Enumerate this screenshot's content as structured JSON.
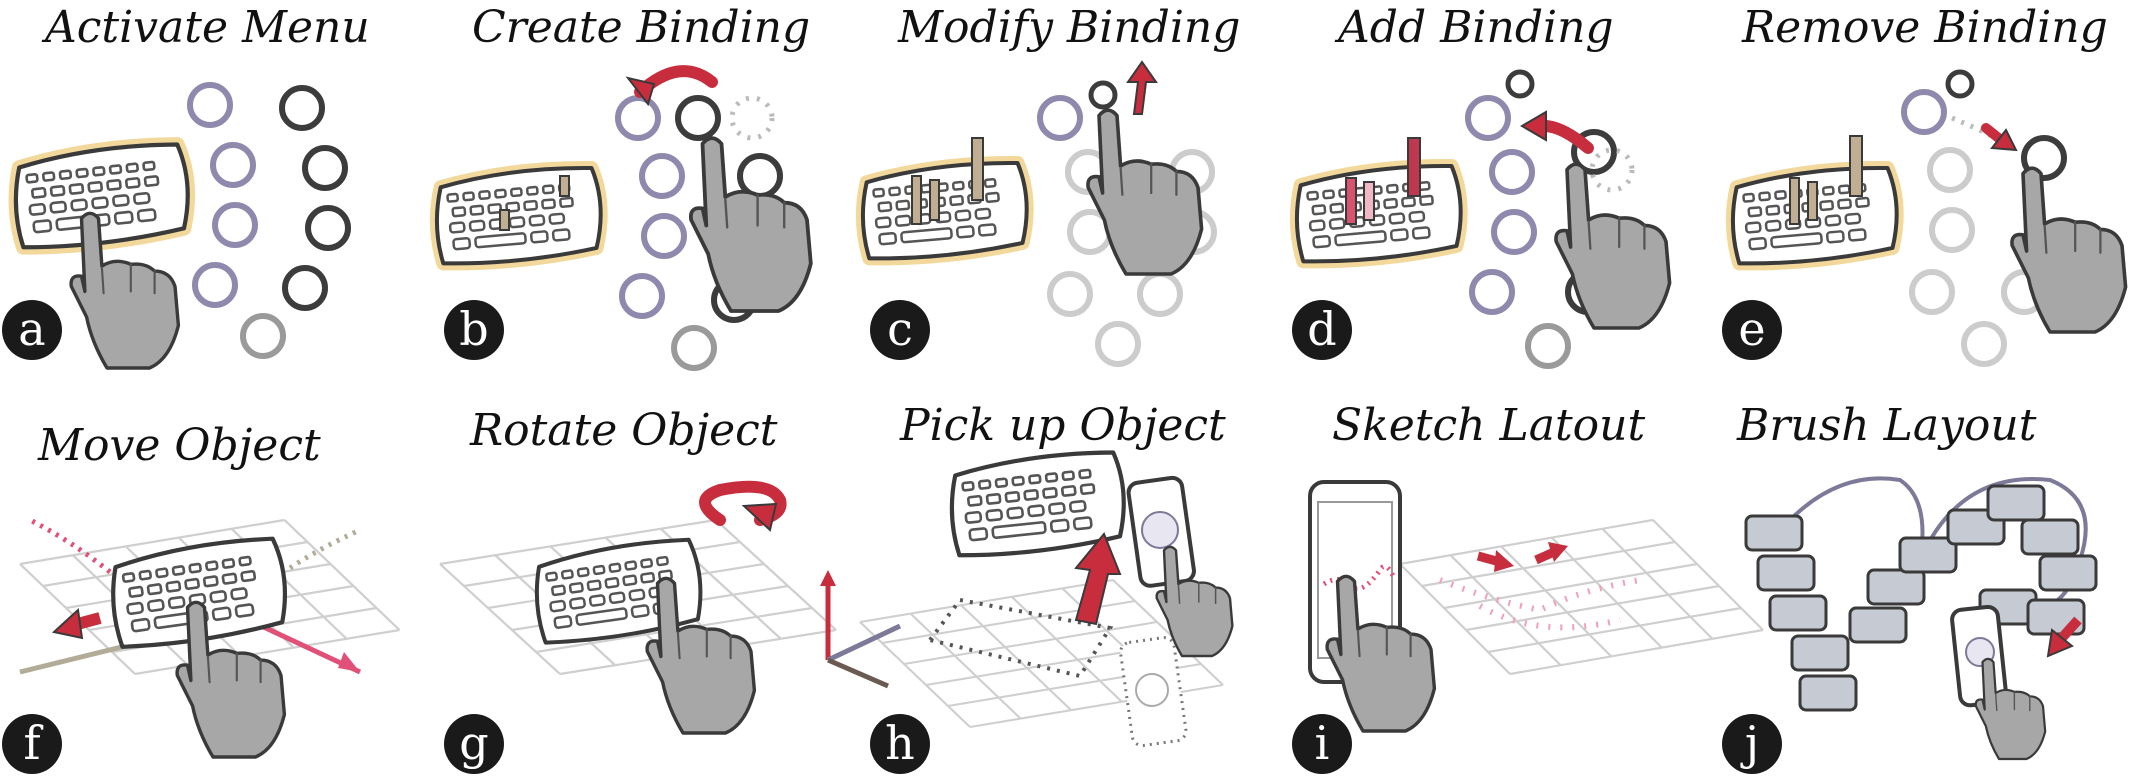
{
  "panels": [
    {
      "id": "a",
      "title": "Activate Menu"
    },
    {
      "id": "b",
      "title": "Create Binding"
    },
    {
      "id": "c",
      "title": "Modify Binding"
    },
    {
      "id": "d",
      "title": "Add Binding"
    },
    {
      "id": "e",
      "title": "Remove Binding"
    },
    {
      "id": "f",
      "title": "Move Object"
    },
    {
      "id": "g",
      "title": "Rotate Object"
    },
    {
      "id": "h",
      "title": "Pick up Object"
    },
    {
      "id": "i",
      "title": "Sketch Latout"
    },
    {
      "id": "j",
      "title": "Brush Layout"
    }
  ],
  "colors": {
    "ring_purple": "#8f89ad",
    "ring_dark": "#3c3c3c",
    "ring_light": "#cccccc",
    "ring_mid": "#9a9a9a",
    "hand_fill": "#a7a7a7",
    "arrow_red": "#c72d3c",
    "keyboard_glow": "#f2d89a",
    "slider_tan": "#bfae92",
    "slider_pink": "#d8536e",
    "axis_pink": "#e05078",
    "axis_tan": "#b2ab98",
    "axis_purple": "#7d7a99",
    "badge_fill": "#1a1a1a"
  }
}
